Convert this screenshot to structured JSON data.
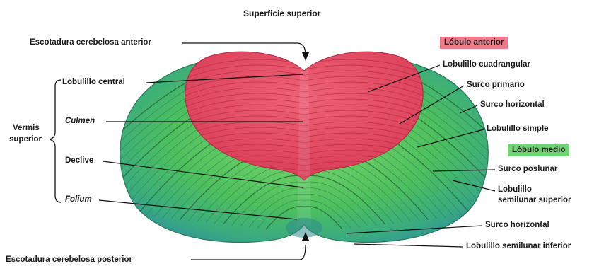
{
  "title": "Superficie superior",
  "badges": {
    "anterior": "Lóbulo anterior",
    "medio": "Lóbulo medio"
  },
  "labels": {
    "escotadura_anterior": "Escotadura cerebelosa anterior",
    "lobulillo_central": "Lobulillo central",
    "culmen": "Culmen",
    "vermis_superior_1": "Vermis",
    "vermis_superior_2": "superior",
    "declive": "Declive",
    "folium": "Folium",
    "escotadura_posterior": "Escotadura cerebelosa posterior",
    "lobulillo_cuadrangular": "Lobulillo cuadrangular",
    "surco_primario": "Surco primario",
    "surco_horizontal_top": "Surco horizontal",
    "lobulillo_simple": "Lobulillo simple",
    "surco_poslunar": "Surco poslunar",
    "lobulillo_semilunar_sup_1": "Lobulillo",
    "lobulillo_semilunar_sup_2": "semilunar superior",
    "surco_horizontal_bottom": "Surco horizontal",
    "lobulillo_semilunar_inf": "Lobulillo semilunar inferior"
  },
  "colors": {
    "anterior_lobe": "#e2485f",
    "middle_lobe": "#52c466",
    "badge_anterior_bg": "#f07a8a",
    "badge_medio_bg": "#6fd46f",
    "fissure": "#1f5e33"
  }
}
